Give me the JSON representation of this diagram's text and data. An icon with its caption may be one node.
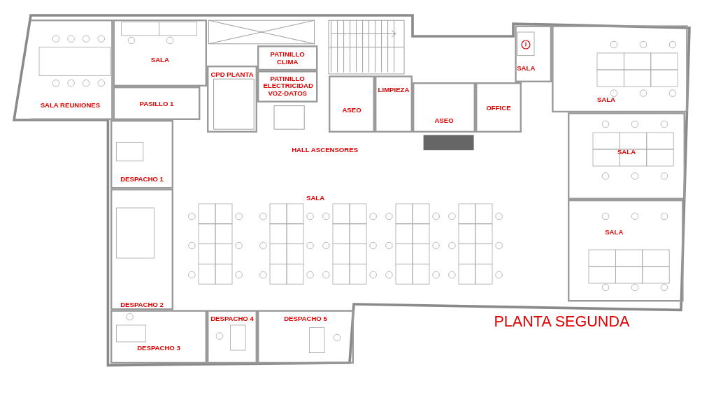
{
  "diagram": {
    "title": "PLANTA SEGUNDA",
    "nodes": [
      {
        "text": [
          "SALA REUNIONES"
        ]
      },
      {
        "text": [
          "SALA"
        ]
      },
      {
        "text": [
          "CPD PLANTA"
        ]
      },
      {
        "text": [
          "PATINILLO CLIMA"
        ]
      },
      {
        "text": [
          "PATINILLO ELECTRICIDAD VOZ-DATOS"
        ]
      },
      {
        "text": [
          "SALA"
        ]
      },
      {
        "text": [
          "SALA"
        ]
      },
      {
        "text": [
          "PASILLO 1"
        ]
      },
      {
        "text": [
          "LIMPIEZA"
        ]
      },
      {
        "text": [
          "ASEO"
        ]
      },
      {
        "text": [
          "ASEO"
        ]
      },
      {
        "text": [
          "OFFICE"
        ]
      },
      {
        "text": [
          "HALL ASCENSORES"
        ]
      },
      {
        "text": [
          "SALA"
        ]
      },
      {
        "text": [
          "DESPACHO 1"
        ]
      },
      {
        "text": [
          "SALA"
        ]
      },
      {
        "text": [
          "SALA"
        ]
      },
      {
        "text": [
          "DESPACHO 2"
        ]
      },
      {
        "text": [
          "DESPACHO 4"
        ]
      },
      {
        "text": [
          "DESPACHO 5"
        ]
      },
      {
        "text": [
          "DESPACHO 3"
        ]
      }
    ]
  }
}
